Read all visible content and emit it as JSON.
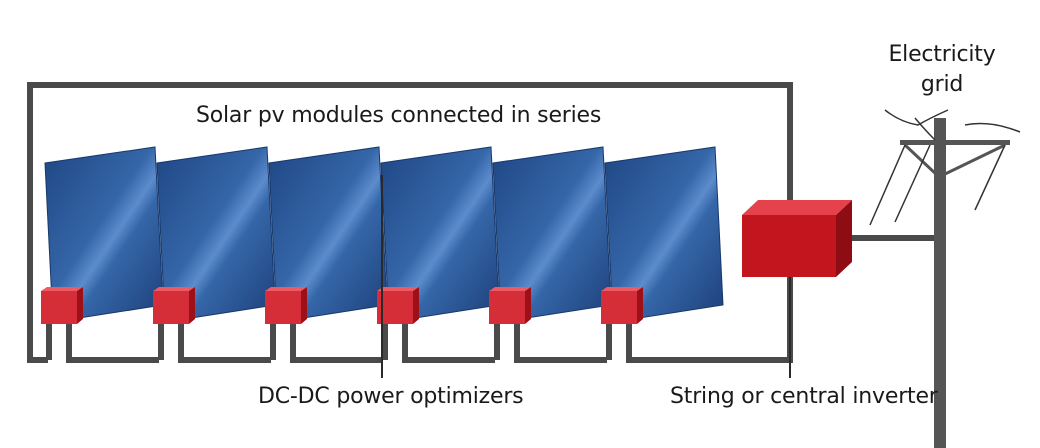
{
  "title": "Solar pv modules connected in series",
  "optimizers_label": "DC-DC power optimizers",
  "inverter_label": "String or central inverter",
  "grid_label": [
    "Electricity",
    "grid"
  ],
  "module_count": 6,
  "colors": {
    "panel": "#2f5f9f",
    "panel_dark": "#1d3f78",
    "optimizer": "#d8323f",
    "inverter": "#b5121b",
    "wire": "#4a4a4a"
  }
}
